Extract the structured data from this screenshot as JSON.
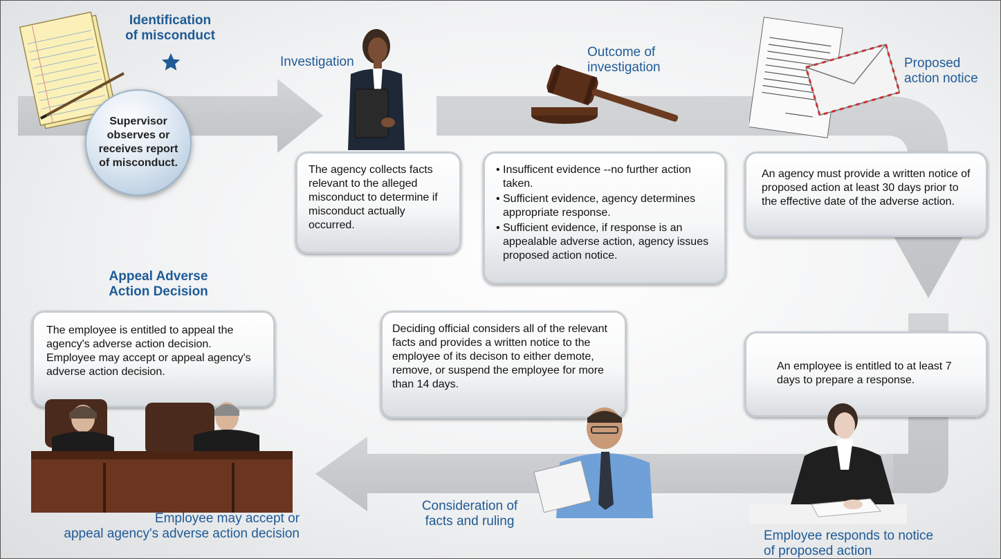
{
  "colors": {
    "heading": "#1f5a96",
    "arrow": "#c8cacc",
    "box_border": "#c6ccd2"
  },
  "step1": {
    "title_line1": "Identification",
    "title_line2": "of misconduct",
    "circle_text": "Supervisor observes or receives report of misconduct."
  },
  "step2": {
    "title": "Investigation",
    "text": "The agency collects facts relevant to the alleged misconduct to determine if misconduct actually occurred."
  },
  "step3": {
    "title_line1": "Outcome of",
    "title_line2": "investigation",
    "bullets": [
      "Insufficent evidence --no further action taken.",
      "Sufficient evidence, agency determines appropriate response.",
      "Sufficient evidence, if response is an appealable adverse action, agency issues  proposed action notice."
    ]
  },
  "step4": {
    "title_line1": "Proposed",
    "title_line2": "action notice",
    "text": "An agency must provide a written notice of proposed action at least 30 days prior to the effective date of the adverse action."
  },
  "step5": {
    "text": "An employee is entitled to at least 7 days to prepare a response.",
    "caption_line1": "Employee responds to notice",
    "caption_line2": "of proposed action"
  },
  "step6": {
    "text": "Deciding official  considers all of the relevant facts and provides a written notice to the employee of its decison to either demote, remove, or suspend  the employee for more than 14 days.",
    "caption_line1": "Consideration of",
    "caption_line2": "facts and ruling"
  },
  "step7": {
    "title_line1": "Appeal Adverse",
    "title_line2": "Action Decision",
    "text": "The employee is entitled to appeal the agency's adverse action decision. Employee may accept or appeal agency's adverse action decision.",
    "caption_line1": "Employee may accept or",
    "caption_line2": "appeal agency's adverse action decision"
  }
}
